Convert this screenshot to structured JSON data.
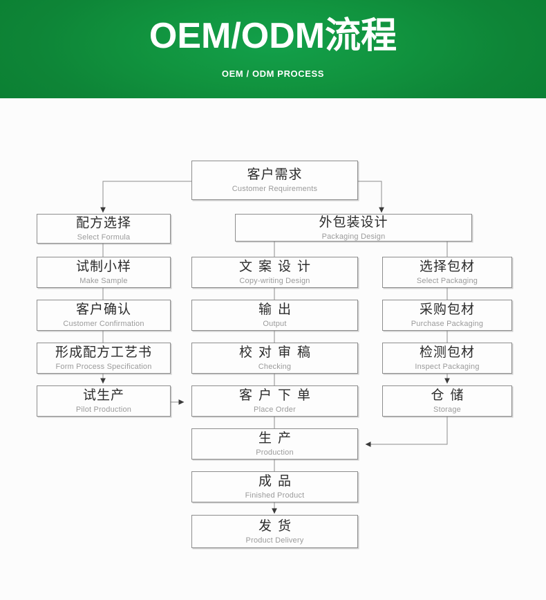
{
  "header": {
    "title": "OEM/ODM流程",
    "subtitle": "OEM / ODM PROCESS",
    "background_color": "#0e8537",
    "text_color": "#ffffff"
  },
  "diagram": {
    "type": "flowchart",
    "box_border_color": "#8d8d8d",
    "cn_text_color": "#2b2b2b",
    "en_text_color": "#9a9a9a",
    "nodes": [
      {
        "id": "customer-requirements",
        "cn": "客户需求",
        "en": "Customer Requirements",
        "column": "top"
      },
      {
        "id": "select-formula",
        "cn": "配方选择",
        "en": "Select Formula",
        "column": "left"
      },
      {
        "id": "make-sample",
        "cn": "试制小样",
        "en": "Make Sample",
        "column": "left"
      },
      {
        "id": "customer-confirmation",
        "cn": "客户确认",
        "en": "Customer Confirmation",
        "column": "left"
      },
      {
        "id": "form-process-specification",
        "cn": "形成配方工艺书",
        "en": "Form Process Specification",
        "column": "left"
      },
      {
        "id": "pilot-production",
        "cn": "试生产",
        "en": "Pilot Production",
        "column": "left"
      },
      {
        "id": "packaging-design",
        "cn": "外包装设计",
        "en": "Packaging Design",
        "column": "wide"
      },
      {
        "id": "copy-writing-design",
        "cn": "文案设计",
        "en": "Copy-writing Design",
        "column": "middle"
      },
      {
        "id": "output",
        "cn": "输出",
        "en": "Output",
        "column": "middle"
      },
      {
        "id": "checking",
        "cn": "校对审稿",
        "en": "Checking",
        "column": "middle"
      },
      {
        "id": "place-order",
        "cn": "客户下单",
        "en": "Place Order",
        "column": "middle"
      },
      {
        "id": "select-packaging",
        "cn": "选择包材",
        "en": "Select Packaging",
        "column": "right"
      },
      {
        "id": "purchase-packaging",
        "cn": "采购包材",
        "en": "Purchase Packaging",
        "column": "right"
      },
      {
        "id": "inspect-packaging",
        "cn": "检测包材",
        "en": "Inspect Packaging",
        "column": "right"
      },
      {
        "id": "storage",
        "cn": "仓储",
        "en": "Storage",
        "column": "right"
      },
      {
        "id": "production",
        "cn": "生产",
        "en": "Production",
        "column": "middle"
      },
      {
        "id": "finished-product",
        "cn": "成品",
        "en": "Finished Product",
        "column": "middle"
      },
      {
        "id": "product-delivery",
        "cn": "发货",
        "en": "Product Delivery",
        "column": "middle"
      }
    ],
    "edges": [
      {
        "from": "customer-requirements",
        "to": "select-formula",
        "arrow": true
      },
      {
        "from": "customer-requirements",
        "to": "packaging-design",
        "arrow": true
      },
      {
        "from": "select-formula",
        "to": "make-sample",
        "arrow": false
      },
      {
        "from": "make-sample",
        "to": "customer-confirmation",
        "arrow": false
      },
      {
        "from": "customer-confirmation",
        "to": "form-process-specification",
        "arrow": false
      },
      {
        "from": "form-process-specification",
        "to": "pilot-production",
        "arrow": true
      },
      {
        "from": "pilot-production",
        "to": "place-order",
        "arrow": true
      },
      {
        "from": "packaging-design",
        "to": "copy-writing-design",
        "arrow": false
      },
      {
        "from": "packaging-design",
        "to": "select-packaging",
        "arrow": false
      },
      {
        "from": "copy-writing-design",
        "to": "output",
        "arrow": false
      },
      {
        "from": "output",
        "to": "checking",
        "arrow": false
      },
      {
        "from": "checking",
        "to": "place-order",
        "arrow": false
      },
      {
        "from": "select-packaging",
        "to": "purchase-packaging",
        "arrow": false
      },
      {
        "from": "purchase-packaging",
        "to": "inspect-packaging",
        "arrow": false
      },
      {
        "from": "inspect-packaging",
        "to": "storage",
        "arrow": true
      },
      {
        "from": "place-order",
        "to": "production",
        "arrow": false
      },
      {
        "from": "storage",
        "to": "production",
        "arrow": true
      },
      {
        "from": "production",
        "to": "finished-product",
        "arrow": false
      },
      {
        "from": "finished-product",
        "to": "product-delivery",
        "arrow": true
      }
    ]
  }
}
